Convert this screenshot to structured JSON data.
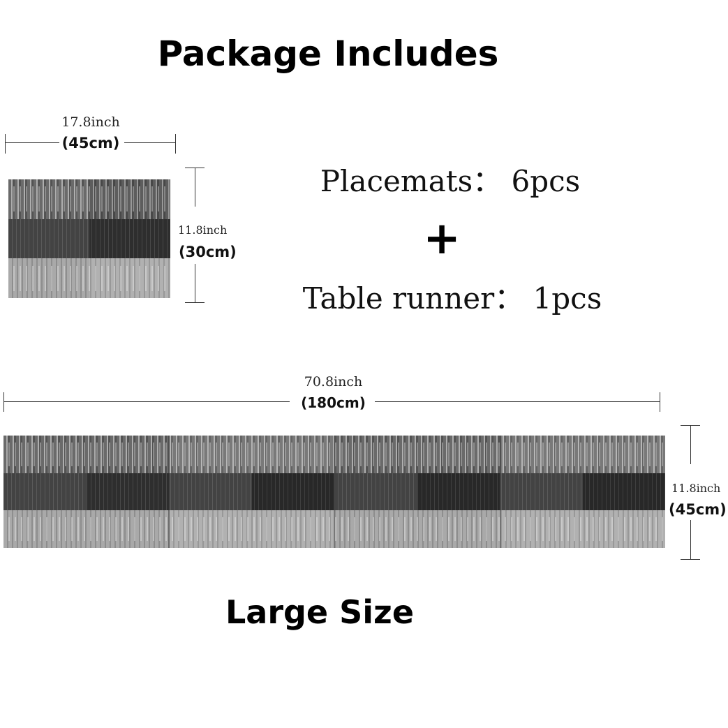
{
  "page": {
    "title": "Package Includes",
    "footer_heading": "Large Size"
  },
  "placemat": {
    "width_inch": "17.8inch",
    "width_cm": "(45cm)",
    "height_inch": "11.8inch",
    "height_cm": "(30cm)"
  },
  "contents": {
    "line1": "Placemats： 6pcs",
    "plus": "+",
    "line2": "Table runner： 1pcs"
  },
  "runner": {
    "width_inch": "70.8inch",
    "width_cm": "(180cm)",
    "height_inch": "11.8inch",
    "height_cm": "(45cm)"
  },
  "colors": {
    "text": "#000000",
    "background": "#ffffff",
    "band_top": "#6a6a6a",
    "band_middle": "#2e2e2e",
    "band_bottom": "#a9a9a9"
  }
}
